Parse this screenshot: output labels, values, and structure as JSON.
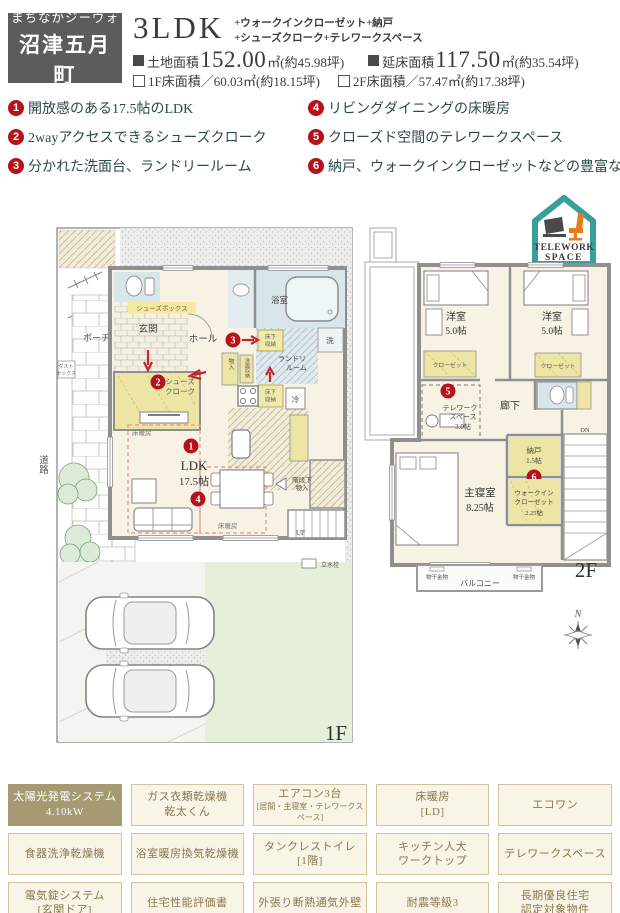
{
  "header": {
    "brand": "まちなかジーヴォ",
    "name": "沼津五月町",
    "plan_type": "3LDK",
    "plan_extra1": "+ウォークインクローゼット+納戸",
    "plan_extra2": "+シューズクローク+テレワークスペース",
    "land": {
      "label": "土地面積",
      "value": "152.00",
      "unit": "㎡",
      "tsubo": "(約45.98坪)"
    },
    "total": {
      "label": "延床面積",
      "value": "117.50",
      "unit": "㎡",
      "tsubo": "(約35.54坪)"
    },
    "f1": {
      "label": "1F床面積／",
      "value": "60.03㎡",
      "tsubo": "(約18.15坪)"
    },
    "f2": {
      "label": "2F床面積／",
      "value": "57.47㎡",
      "tsubo": "(約17.38坪)"
    }
  },
  "features": [
    {
      "num": "1",
      "text": "開放感のある17.5帖のLDK"
    },
    {
      "num": "2",
      "text": "2wayアクセスできるシューズクローク"
    },
    {
      "num": "3",
      "text": "分かれた洗面台、ランドリールーム"
    },
    {
      "num": "4",
      "text": "リビングダイニングの床暖房"
    },
    {
      "num": "5",
      "text": "クローズド空間のテレワークスペース"
    },
    {
      "num": "6",
      "text": "納戸、ウォークインクローゼットなどの豊富な収納"
    }
  ],
  "badge": {
    "line1": "TELEWORK",
    "line2": "SPACE"
  },
  "plan1f": {
    "road": "道路",
    "porch": "ポーチ",
    "entrance": "玄関",
    "shoebox": "シューズボックス",
    "hall": "ホール",
    "shoes_cloak1": "シューズ",
    "shoes_cloak2": "クローク",
    "bath": "浴室",
    "wash": "洗",
    "laundry1": "ランドリ",
    "laundry2": "ルーム",
    "underfloor1": "床下",
    "underfloor2": "収納",
    "washstorage": "洗面収納",
    "storage": "物入",
    "fridge": "冷",
    "ldk": "LDK",
    "ldk_size": "17.5帖",
    "floorheat": "床暖房",
    "stair_storage1": "階段下",
    "stair_storage2": "物入",
    "up": "UP",
    "tap": "立水栓",
    "trash1": "ダスト",
    "trash2": "ボックス",
    "label": "1F"
  },
  "plan2f": {
    "western": "洋室",
    "western_size": "5.0帖",
    "closet": "クローゼット",
    "telework1": "テレワーク",
    "telework2": "スペース",
    "telework_size": "3.0帖",
    "hallway": "廊下",
    "master": "主寝室",
    "master_size": "8.25帖",
    "nando": "納戸",
    "nando_size": "1.5帖",
    "wic1": "ウォークイン",
    "wic2": "クローゼット",
    "wic_size": "2.25帖",
    "dn": "DN",
    "hanger": "物干金物",
    "balcony": "バルコニー",
    "north": "N",
    "label": "2F"
  },
  "grid": {
    "items": [
      {
        "line1": "太陽光発電システム",
        "line2": "4.10kW"
      },
      {
        "line1": "ガス衣類乾燥機",
        "line2": "乾太くん"
      },
      {
        "line1": "エアコン3台",
        "line2": "[居間・主寝室・テレワークスペース]"
      },
      {
        "line1": "床暖房",
        "line2": "[LD]"
      },
      {
        "line1": "エコワン",
        "line2": ""
      },
      {
        "line1": "食器洗浄乾燥機",
        "line2": ""
      },
      {
        "line1": "浴室暖房換気乾燥機",
        "line2": ""
      },
      {
        "line1": "タンクレストイレ",
        "line2": "[1階]"
      },
      {
        "line1": "キッチン人大",
        "line2": "ワークトップ"
      },
      {
        "line1": "テレワークスペース",
        "line2": ""
      },
      {
        "line1": "電気錠システム",
        "line2": "[玄関ドア]"
      },
      {
        "line1": "住宅性能評価書",
        "line2": ""
      },
      {
        "line1": "外張り断熱通気外壁",
        "line2": ""
      },
      {
        "line1": "耐震等級3",
        "line2": ""
      },
      {
        "line1": "長期優良住宅",
        "line2": "認定対象物件"
      }
    ]
  },
  "colors": {
    "accent_red": "#b5121b",
    "badge_teal": "#38a09b",
    "chair_orange": "#e57a1e",
    "header_grey": "#5c5c5c",
    "highlight_tan": "#a69a72",
    "cell_cream": "#f8f4e6",
    "cell_text": "#8a7850",
    "feature_text": "#2c4a47",
    "wall_grey": "#8f8f8f",
    "room_cream": "#f7f2e4",
    "closet_yellow": "#ece5a4",
    "wet_blue": "#d8e6ec",
    "lawn_green": "#e6efd9",
    "heat_pink": "#e8a0a0"
  }
}
